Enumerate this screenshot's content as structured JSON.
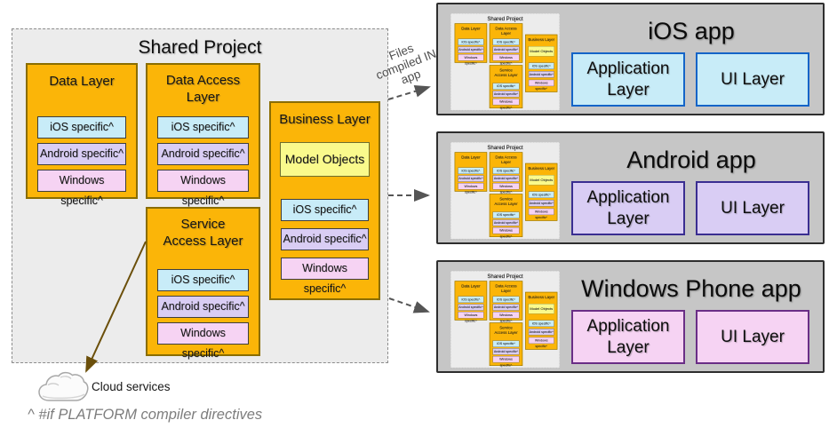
{
  "shared_project": {
    "title": "Shared Project",
    "platform_items": [
      "iOS specific^",
      "Android specific^",
      "Windows specific^"
    ],
    "layers": {
      "data": "Data Layer",
      "data_access": "Data Access Layer",
      "business": "Business Layer",
      "service_access": "Service Access Layer"
    },
    "model_objects": "Model Objects"
  },
  "apps": [
    {
      "name": "iOS app"
    },
    {
      "name": "Android app"
    },
    {
      "name": "Windows Phone app"
    }
  ],
  "labels": {
    "application_layer": "Application Layer",
    "ui_layer": "UI Layer"
  },
  "annotations": {
    "files_compiled": "Files compiled IN app",
    "cloud_services": "Cloud services",
    "footnote": "^ #if PLATFORM compiler directives"
  },
  "colors": {
    "shared_bg": "#ECECEC",
    "app_bg": "#C6C6C6",
    "layer_fill": "#FBB508",
    "layer_border": "#8A6D00",
    "ios_item_fill": "#C8ECF8",
    "android_item_fill": "#D9CDF4",
    "windows_item_fill": "#F6D3F3",
    "model_fill": "#FAFA8C",
    "ios_accent": "#1464C8",
    "android_accent": "#3A2E91",
    "windows_accent": "#6A2E86",
    "arrow_gray": "#555555",
    "arrow_brown": "#6B4F0A"
  }
}
